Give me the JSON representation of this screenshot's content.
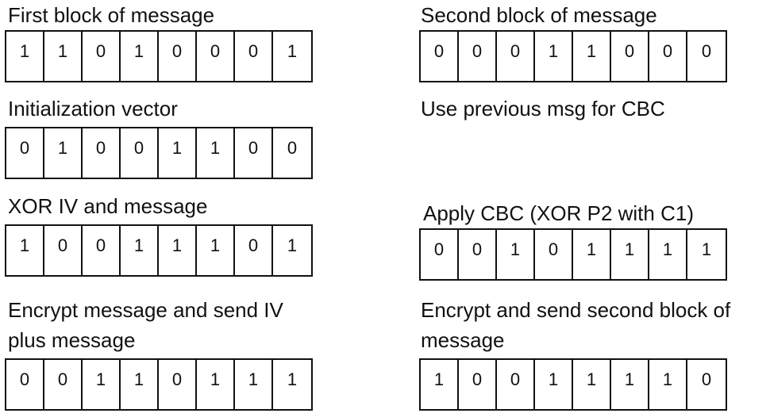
{
  "left": [
    {
      "label": "First block of message",
      "bits": [
        "1",
        "1",
        "0",
        "1",
        "0",
        "0",
        "0",
        "1"
      ]
    },
    {
      "label": "Initialization vector",
      "bits": [
        "0",
        "1",
        "0",
        "0",
        "1",
        "1",
        "0",
        "0"
      ]
    },
    {
      "label": "XOR IV and message",
      "bits": [
        "1",
        "0",
        "0",
        "1",
        "1",
        "1",
        "0",
        "1"
      ]
    },
    {
      "label_line1": "Encrypt message and send IV",
      "label_line2": "plus message",
      "bits": [
        "0",
        "0",
        "1",
        "1",
        "0",
        "1",
        "1",
        "1"
      ]
    }
  ],
  "right": [
    {
      "label": "Second block of message",
      "bits": [
        "0",
        "0",
        "0",
        "1",
        "1",
        "0",
        "0",
        "0"
      ]
    },
    {
      "label": "Use previous msg for CBC"
    },
    {
      "label": "Apply CBC (XOR P2 with C1)",
      "bits": [
        "0",
        "0",
        "1",
        "0",
        "1",
        "1",
        "1",
        "1"
      ]
    },
    {
      "label_line1": "Encrypt and send second block of",
      "label_line2": "message",
      "bits": [
        "1",
        "0",
        "0",
        "1",
        "1",
        "1",
        "1",
        "0"
      ]
    }
  ]
}
